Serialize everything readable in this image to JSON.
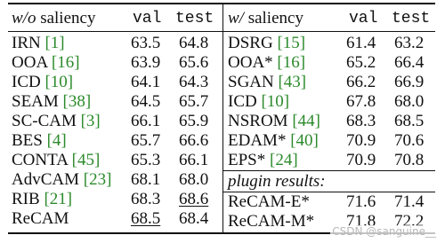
{
  "left_header": {
    "title_italic": "w/o",
    "title_rest": " saliency",
    "val": "val",
    "test": "test"
  },
  "right_header": {
    "title_italic": "w/",
    "title_rest": " saliency",
    "val": "val",
    "test": "test"
  },
  "left_rows": [
    {
      "name": "IRN",
      "cite": "[1]",
      "val": "63.5",
      "test": "64.8"
    },
    {
      "name": "OOA",
      "cite": "[16]",
      "val": "63.9",
      "test": "65.6"
    },
    {
      "name": "ICD",
      "cite": "[10]",
      "val": "64.1",
      "test": "64.3"
    },
    {
      "name": "SEAM",
      "cite": "[38]",
      "val": "64.5",
      "test": "65.7"
    },
    {
      "name": "SC-CAM",
      "cite": "[3]",
      "val": "66.1",
      "test": "65.9"
    },
    {
      "name": "BES",
      "cite": "[4]",
      "val": "65.7",
      "test": "66.6"
    },
    {
      "name": "CONTA",
      "cite": "[45]",
      "val": "65.3",
      "test": "66.1"
    },
    {
      "name": "AdvCAM",
      "cite": "[23]",
      "val": "68.1",
      "test": "68.0"
    },
    {
      "name": "RIB",
      "cite": "[21]",
      "val": "68.3",
      "test": "68.6"
    },
    {
      "name": "ReCAM",
      "cite": "",
      "val": "68.5",
      "test": "68.4"
    }
  ],
  "right_rows": [
    {
      "name": "DSRG",
      "cite": "[15]",
      "val": "61.4",
      "test": "63.2"
    },
    {
      "name": "OOA*",
      "cite": "[16]",
      "val": "65.2",
      "test": "66.4"
    },
    {
      "name": "SGAN",
      "cite": "[43]",
      "val": "66.2",
      "test": "66.9"
    },
    {
      "name": "ICD",
      "cite": "[10]",
      "val": "67.8",
      "test": "68.0"
    },
    {
      "name": "NSROM",
      "cite": "[44]",
      "val": "68.3",
      "test": "68.5"
    },
    {
      "name": "EDAM*",
      "cite": "[40]",
      "val": "70.9",
      "test": "70.6"
    },
    {
      "name": "EPS*",
      "cite": "[24]",
      "val": "70.9",
      "test": "70.8"
    }
  ],
  "plugin_label": "plugin results:",
  "plugin_rows": [
    {
      "name": "ReCAM-E*",
      "val": "71.6",
      "test": "71.4"
    },
    {
      "name": "ReCAM-M*",
      "val": "71.8",
      "test": "72.2"
    }
  ],
  "watermark": "CSDN @sanguine__",
  "colors": {
    "citation": "#2b8a2b",
    "text": "#111111",
    "watermark": "#b8b8b8"
  }
}
